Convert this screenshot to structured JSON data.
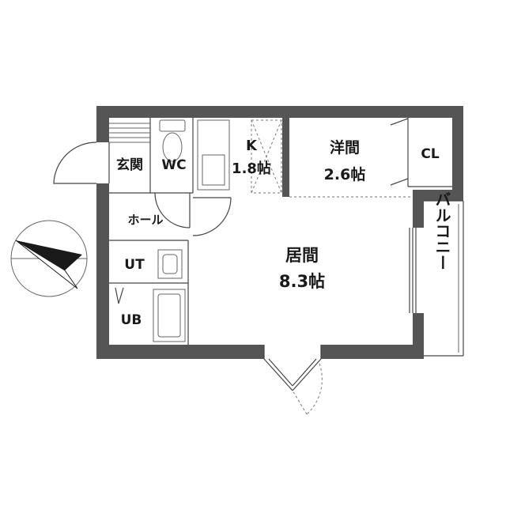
{
  "rooms": {
    "genkan": "玄関",
    "wc": "WC",
    "kitchen_name": "K",
    "kitchen_size": "1.8帖",
    "youma_name": "洋間",
    "youma_size": "2.6帖",
    "cl": "CL",
    "hall": "ホール",
    "ut": "UT",
    "ub": "UB",
    "ima_name": "居間",
    "ima_size": "8.3帖",
    "balcony": "バルコニー"
  },
  "colors": {
    "wall": "#555555",
    "line": "#444444"
  },
  "icons": {
    "compass": "north-arrow-icon"
  }
}
